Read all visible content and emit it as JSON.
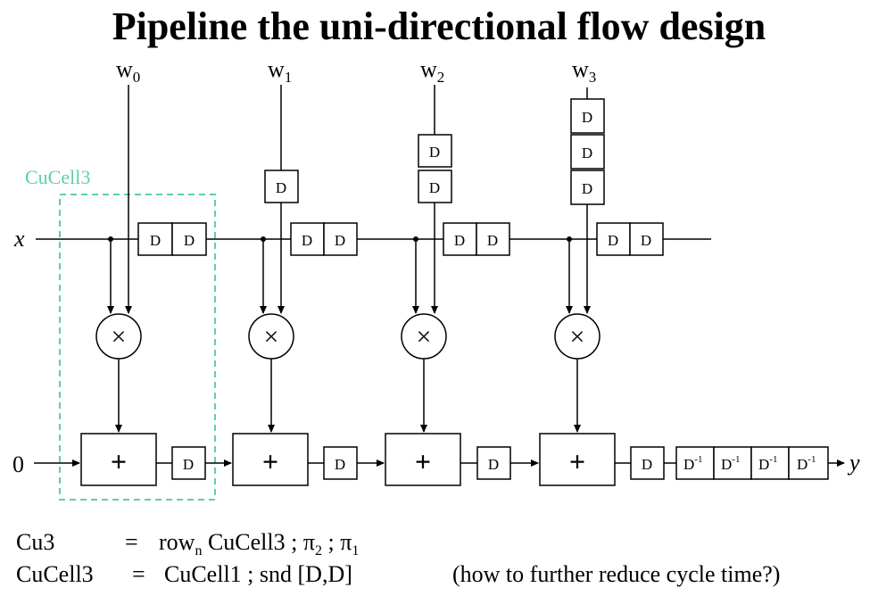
{
  "title": "Pipeline the uni-directional flow design",
  "cell_label": "CuCell3",
  "inputs": {
    "x": "x",
    "zero": "0",
    "y": "y"
  },
  "weights": [
    {
      "base": "w",
      "sub": "0"
    },
    {
      "base": "w",
      "sub": "1"
    },
    {
      "base": "w",
      "sub": "2"
    },
    {
      "base": "w",
      "sub": "3"
    }
  ],
  "delay": "D",
  "inverse_delay": {
    "base": "D",
    "sup": "-1"
  },
  "multiplier_symbol": "×",
  "adder_symbol": "+",
  "colors": {
    "dashed_cell": "#5fcfa4",
    "line": "#000000"
  },
  "equations": {
    "line1": {
      "lhs": "Cu3",
      "eq": "=",
      "row": "row",
      "row_sub": "n",
      "rest1": " CuCell3 ; π",
      "pi2_sub": "2",
      "rest2": " ; π",
      "pi1_sub": "1"
    },
    "line2": {
      "lhs": "CuCell3",
      "eq": "=",
      "rhs": "CuCell1 ; snd [D,D]",
      "note": "(how to further reduce cycle time?)"
    }
  }
}
